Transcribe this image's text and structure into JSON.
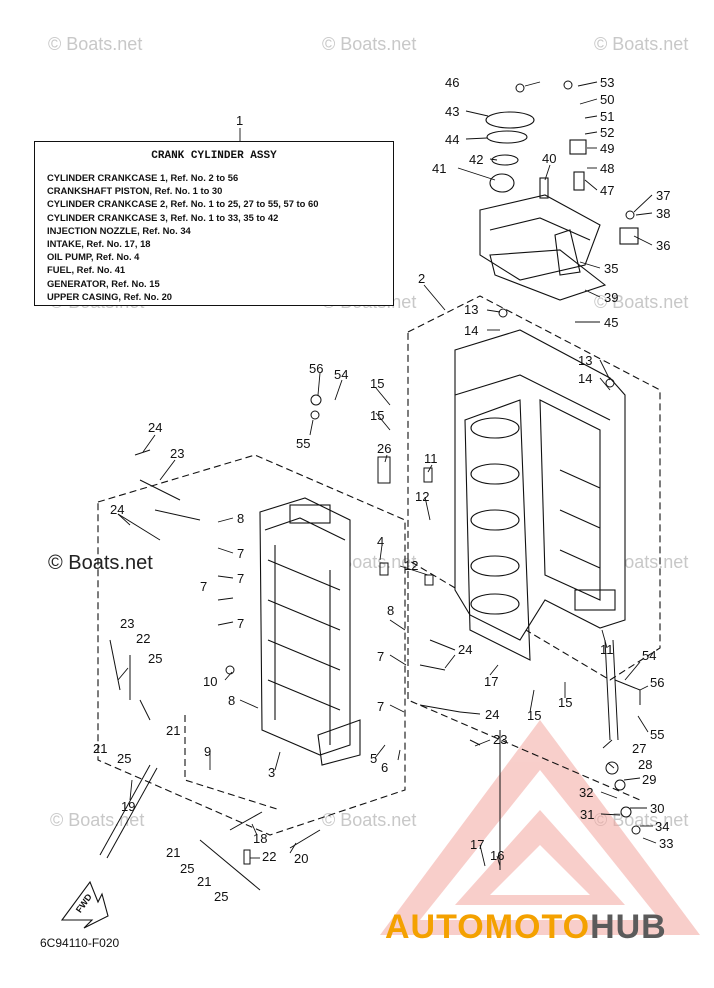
{
  "watermark": "© Boats.net",
  "assembly": {
    "ref": "1",
    "title": "CRANK CYLINDER ASSY",
    "lines": [
      "CYLINDER CRANKCASE 1, Ref. No. 2 to 56",
      "CRANKSHAFT PISTON, Ref. No. 1 to 30",
      "CYLINDER CRANKCASE 2, Ref. No. 1 to 25, 27 to 55, 57 to 60",
      "CYLINDER CRANKCASE 3, Ref. No. 1 to 33, 35 to 42",
      "INJECTION NOZZLE, Ref. No. 34",
      "INTAKE, Ref. No. 17, 18",
      "OIL PUMP, Ref. No. 4",
      "FUEL, Ref. No. 41",
      "GENERATOR, Ref. No. 15",
      "UPPER CASING, Ref. No. 20"
    ]
  },
  "diagram_code": "6C94110-F020",
  "fwd_label": "FWD",
  "brand": {
    "part1": "AUTOMOTO",
    "part2": "HUB",
    "color1": "#f4a100",
    "color2": "#5b5b5b"
  },
  "callouts": {
    "c2": "2",
    "c46": "46",
    "c53": "53",
    "c50": "50",
    "c43": "43",
    "c51": "51",
    "c52": "52",
    "c44": "44",
    "c49": "49",
    "c42": "42",
    "c40": "40",
    "c48": "48",
    "c41": "41",
    "c47": "47",
    "c37": "37",
    "c38": "38",
    "c36": "36",
    "c35": "35",
    "c39": "39",
    "c45": "45",
    "c13a": "13",
    "c14a": "14",
    "c13b": "13",
    "c14b": "14",
    "c56a": "56",
    "c54a": "54",
    "c55a": "55",
    "c15a": "15",
    "c15b": "15",
    "c24a": "24",
    "c23a": "23",
    "c26": "26",
    "c11a": "11",
    "c12a": "12",
    "c24b": "24",
    "c8a": "8",
    "c7a": "7",
    "c7b": "7",
    "c7c": "7",
    "c7d": "7",
    "c4": "4",
    "c12b": "12",
    "c23b": "23",
    "c22": "22",
    "c25a": "25",
    "c8b": "8",
    "c24c": "24",
    "c7e": "7",
    "c7f": "7",
    "c24d": "24",
    "c17a": "17",
    "c15c": "15",
    "c15d": "15",
    "c11b": "11",
    "c54b": "54",
    "c56b": "56",
    "c55b": "55",
    "c10": "10",
    "c8c": "8",
    "c21a": "21",
    "c21b": "21",
    "c25b": "25",
    "c9": "9",
    "c3": "3",
    "c5": "5",
    "c6": "6",
    "c23c": "23",
    "c27": "27",
    "c28": "28",
    "c29": "29",
    "c32": "32",
    "c30": "30",
    "c31": "31",
    "c34": "34",
    "c33": "33",
    "c19": "19",
    "c18": "18",
    "c21c": "21",
    "c22b": "22",
    "c20": "20",
    "c25c": "25",
    "c21d": "21",
    "c25d": "25",
    "c17b": "17",
    "c16": "16"
  }
}
